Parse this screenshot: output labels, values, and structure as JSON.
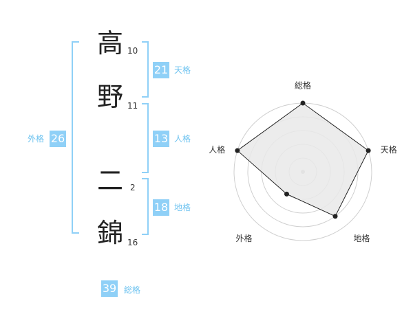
{
  "name": {
    "chars": [
      {
        "char": "高",
        "strokes": "10"
      },
      {
        "char": "野",
        "strokes": "11"
      },
      {
        "char": "二",
        "strokes": "2"
      },
      {
        "char": "錦",
        "strokes": "16"
      }
    ]
  },
  "fortunes": {
    "tenkaku": {
      "value": "21",
      "label": "天格"
    },
    "jinkaku": {
      "value": "13",
      "label": "人格"
    },
    "chikaku": {
      "value": "18",
      "label": "地格"
    },
    "gaikaku": {
      "value": "26",
      "label": "外格"
    },
    "soukaku": {
      "value": "39",
      "label": "総格"
    }
  },
  "chart_data": {
    "type": "radar",
    "axes": [
      "総格",
      "天格",
      "地格",
      "外格",
      "人格"
    ],
    "values": [
      5,
      5,
      4,
      2,
      5
    ],
    "rmax": 5,
    "grid": true,
    "grid_rings": 5,
    "colors": {
      "fill": "#e9e9e9",
      "line": "#222222",
      "point": "#222222",
      "grid": "#cfcfcf",
      "center": "#bbbbbb"
    }
  }
}
